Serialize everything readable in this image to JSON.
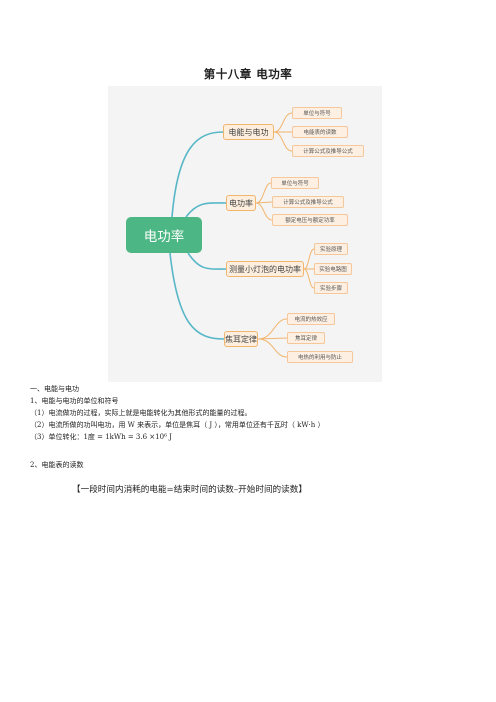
{
  "title": "第十八章  电功率",
  "mindmap": {
    "root": "电功率",
    "branches": [
      {
        "label": "电能与电功",
        "children": [
          "单位与符号",
          "电能表的读数",
          "计算公式及推导公式"
        ]
      },
      {
        "label": "电功率",
        "children": [
          "单位与符号",
          "计算公式及推导公式",
          "额定电压与额定功率"
        ]
      },
      {
        "label": "测量小灯泡的电功率",
        "children": [
          "实验原理",
          "实验电路图",
          "实验步骤"
        ]
      },
      {
        "label": "焦耳定律",
        "children": [
          "电流的热效应",
          "焦耳定律",
          "电热的利用与防止"
        ]
      }
    ],
    "colors": {
      "root": "#4cb784",
      "line": "#58b7c7",
      "node_border": "#f2b56e",
      "node_fill": "#fdeede"
    }
  },
  "body": {
    "s1": "一、电能与电功",
    "s1_1": "1、电能与电功的单位和符号",
    "p1": "（1）电流做功的过程，实际上就是电能转化为其他形式的能量的过程。",
    "p2": "（2）电流所做的功叫电功，用 W 来表示，单位是焦耳（ J ），常用单位还有千瓦时（ kW·h ）",
    "p3": "（3）单位转化：1度 = 1kWh = 3.6 ×10⁶ J",
    "s1_2": "2、电能表的读数",
    "key": "【一段时间内消耗的电能=结束时间的读数–开始时间的读数】"
  }
}
